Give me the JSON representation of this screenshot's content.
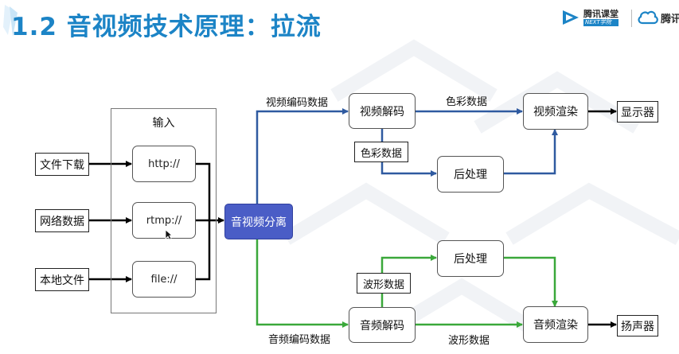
{
  "title": "1.2 音视频技术原理：拉流",
  "logos": {
    "left_main": "腾讯课堂",
    "left_sub": "NEXT学院",
    "right": "腾讯"
  },
  "diagram": {
    "input_group_label": "输入",
    "sources": [
      "文件下载",
      "网络数据",
      "本地文件"
    ],
    "protocols": [
      "http://",
      "rtmp://",
      "file://"
    ],
    "demux": "音视频分离",
    "video": {
      "edge_encoded": "视频编码数据",
      "decode": "视频解码",
      "edge_color_top": "色彩数据",
      "edge_color_branch": "色彩数据",
      "postprocess": "后处理",
      "render": "视频渲染",
      "output": "显示器"
    },
    "audio": {
      "edge_encoded": "音频编码数据",
      "decode": "音频解码",
      "edge_wave_branch": "波形数据",
      "edge_wave_bottom": "波形数据",
      "postprocess": "后处理",
      "render": "音频渲染",
      "output": "扬声器"
    },
    "colors": {
      "video_path": "#2f5aa0",
      "audio_path": "#3aa83a",
      "input_path": "#000000",
      "demux_fill": "#4a5dc6",
      "title": "#1c84c6"
    }
  }
}
